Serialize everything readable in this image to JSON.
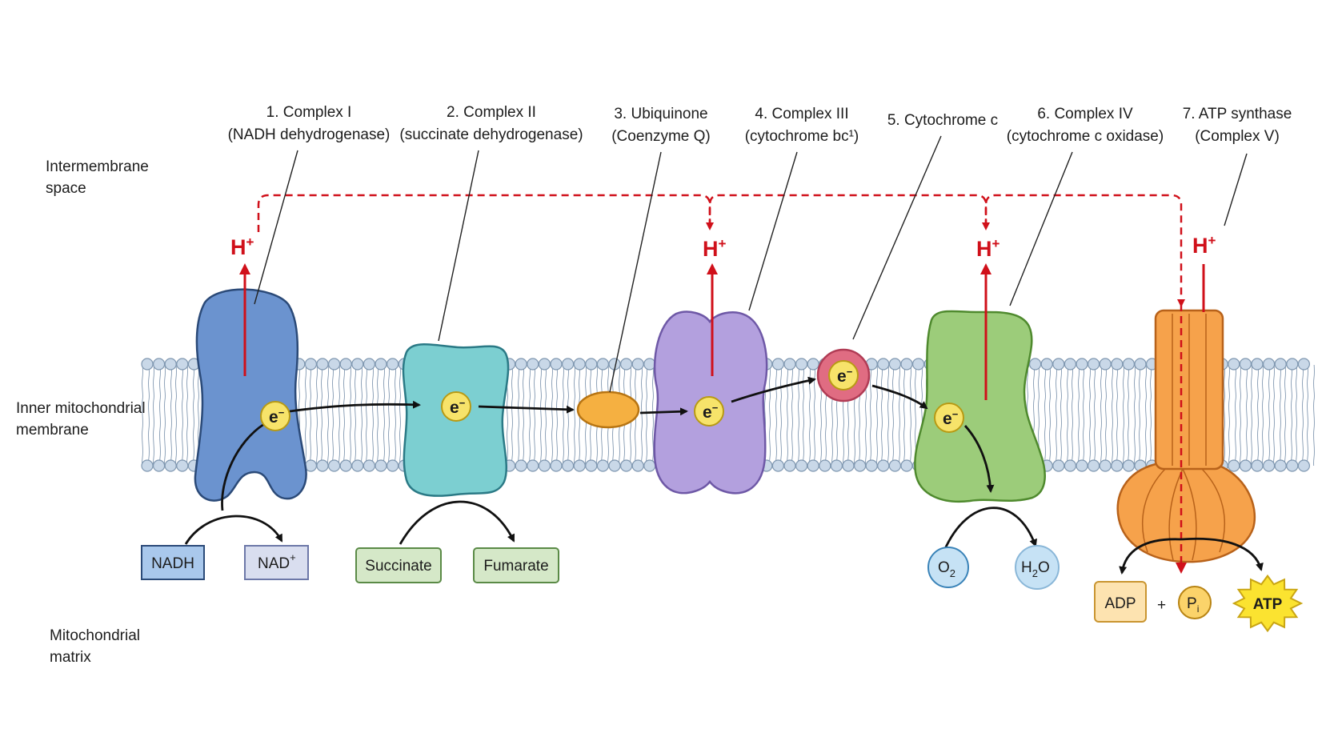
{
  "regions": {
    "intermembrane": [
      "Intermembrane",
      "space"
    ],
    "inner_membrane": [
      "Inner mitochondrial",
      "membrane"
    ],
    "matrix": [
      "Mitochondrial",
      "matrix"
    ]
  },
  "components": [
    {
      "title": "1. Complex I",
      "subtitle": "(NADH dehydrogenase)"
    },
    {
      "title": "2. Complex II",
      "subtitle": "(succinate dehydrogenase)"
    },
    {
      "title": "3. Ubiquinone",
      "subtitle": "(Coenzyme Q)"
    },
    {
      "title": "4. Complex III",
      "subtitle": "(cytochrome bc¹)"
    },
    {
      "title": "5. Cytochrome c",
      "subtitle": ""
    },
    {
      "title": "6. Complex IV",
      "subtitle": "(cytochrome c oxidase)"
    },
    {
      "title": "7. ATP synthase",
      "subtitle": "(Complex V)"
    }
  ],
  "proton": {
    "symbol": "H",
    "charge": "+"
  },
  "electron": {
    "symbol": "e",
    "charge": "−"
  },
  "substrates": {
    "nadh": "NADH",
    "nad": {
      "base": "NAD",
      "sup": "+"
    },
    "succinate": "Succinate",
    "fumarate": "Fumarate",
    "o2": {
      "base": "O",
      "sub": "2"
    },
    "h2o": {
      "pre": "H",
      "sub": "2",
      "post": "O"
    },
    "adp": "ADP",
    "plus": "+",
    "pi": {
      "base": "P",
      "sub": "i"
    },
    "atp": "ATP"
  },
  "colors": {
    "complex1": "#6b93cf",
    "complex2": "#7ccfd1",
    "ubiquinone": "#f5b041",
    "complex3": "#b3a0de",
    "cytochrome_c": "#e06c82",
    "complex4": "#9ccc7a",
    "atp_synthase": "#f6a24b",
    "proton": "#d0101a",
    "electron": "#f7e36a",
    "membrane_head": "#c9d8e8",
    "atp_star": "#fbe330"
  }
}
